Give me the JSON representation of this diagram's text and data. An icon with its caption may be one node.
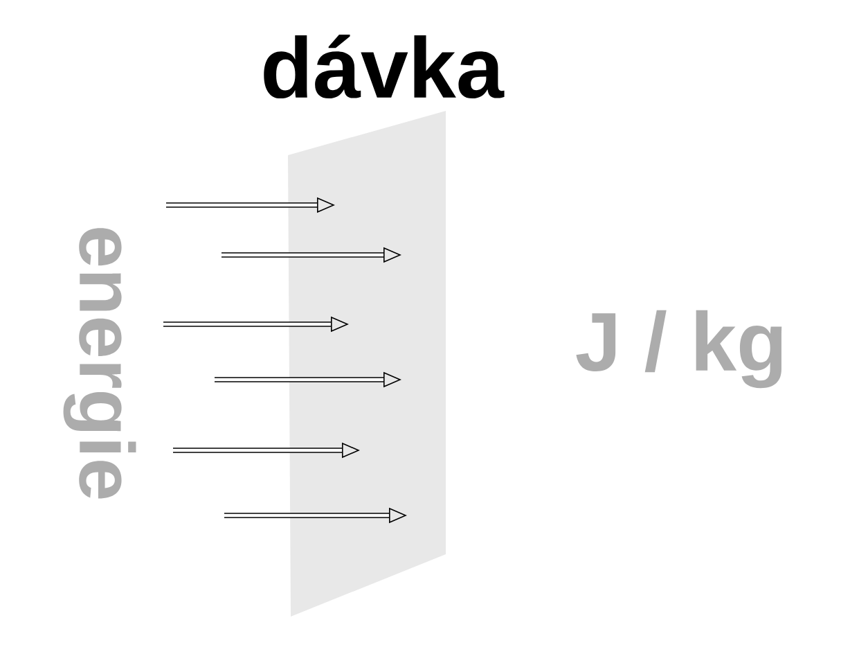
{
  "diagram": {
    "title": "dávka",
    "labels": [
      "energie",
      "J / kg"
    ]
  }
}
